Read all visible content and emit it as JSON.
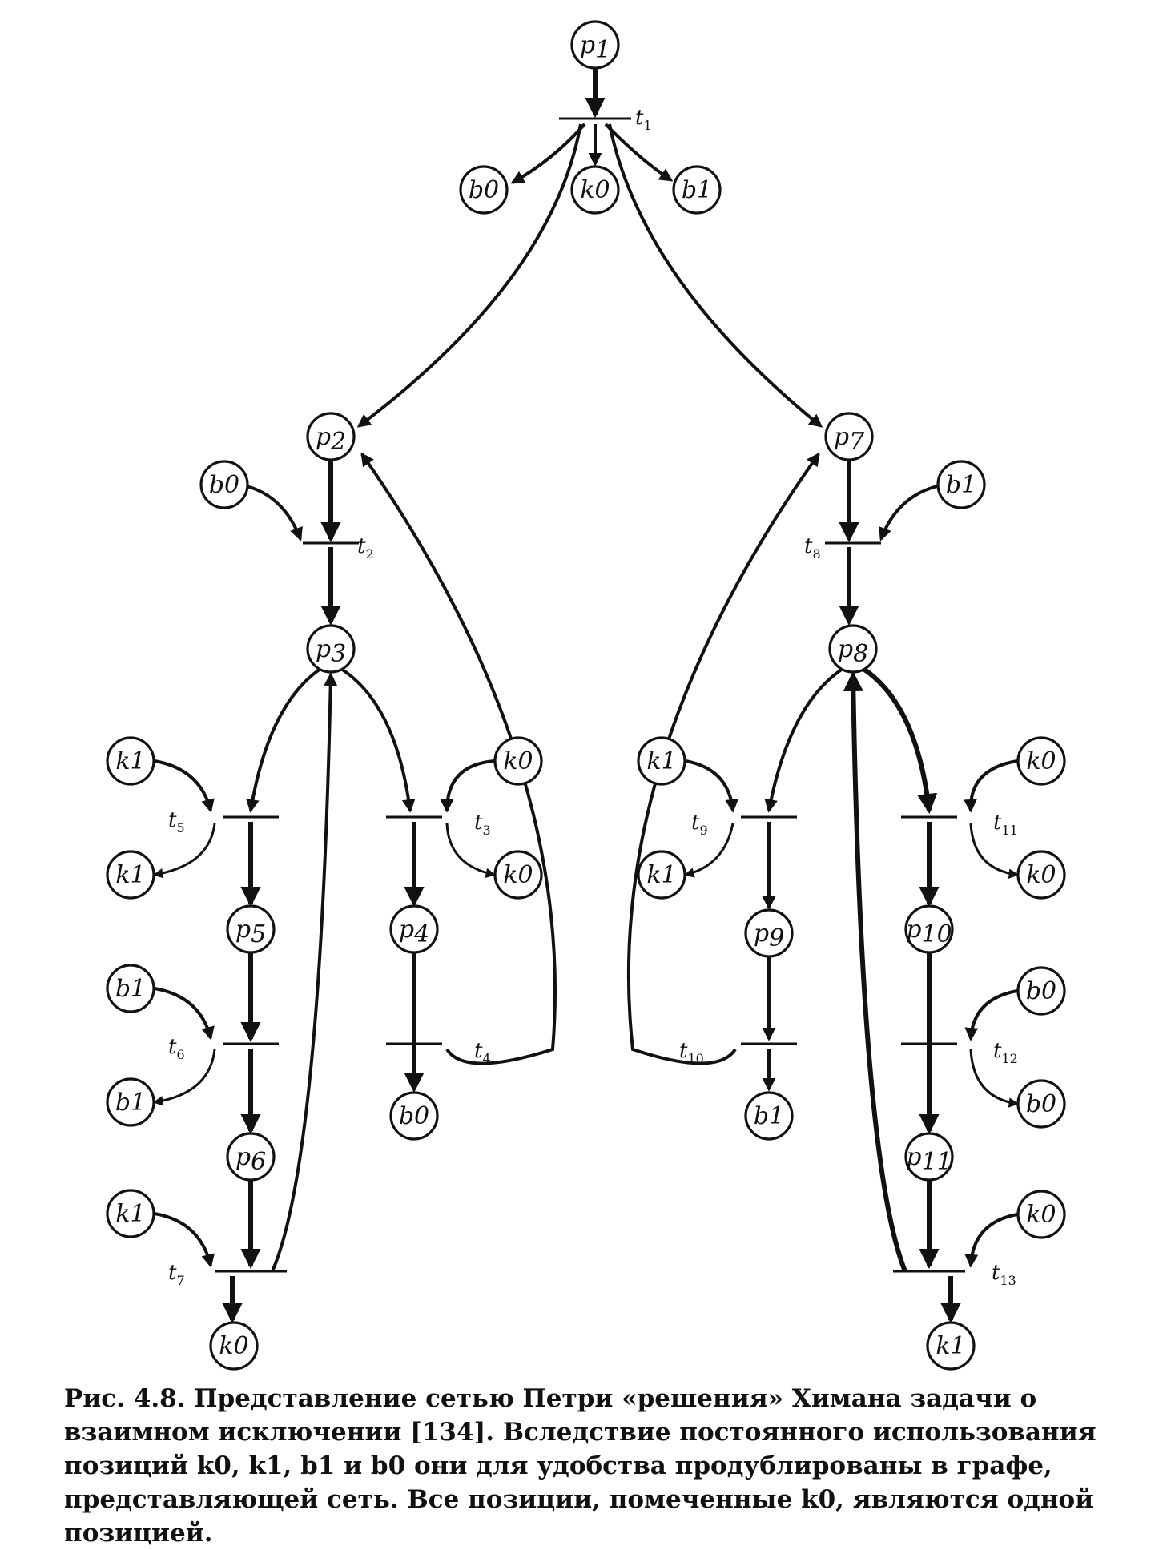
{
  "figure": {
    "places": [
      {
        "id": "p1",
        "base": "p",
        "sub": "1"
      },
      {
        "id": "b0_t1",
        "base": "b0",
        "sub": ""
      },
      {
        "id": "k0_t1",
        "base": "k0",
        "sub": ""
      },
      {
        "id": "b1_t1",
        "base": "b1",
        "sub": ""
      },
      {
        "id": "p2",
        "base": "p",
        "sub": "2"
      },
      {
        "id": "b0_t2",
        "base": "b0",
        "sub": ""
      },
      {
        "id": "p3",
        "base": "p",
        "sub": "3"
      },
      {
        "id": "k1_t5a",
        "base": "k1",
        "sub": ""
      },
      {
        "id": "k1_t5b",
        "base": "k1",
        "sub": ""
      },
      {
        "id": "k0_t3a",
        "base": "k0",
        "sub": ""
      },
      {
        "id": "k0_t3b",
        "base": "k0",
        "sub": ""
      },
      {
        "id": "p5",
        "base": "p",
        "sub": "5"
      },
      {
        "id": "p4",
        "base": "p",
        "sub": "4"
      },
      {
        "id": "b1_t6a",
        "base": "b1",
        "sub": ""
      },
      {
        "id": "b1_t6b",
        "base": "b1",
        "sub": ""
      },
      {
        "id": "b0_t4",
        "base": "b0",
        "sub": ""
      },
      {
        "id": "p6",
        "base": "p",
        "sub": "6"
      },
      {
        "id": "k1_t7",
        "base": "k1",
        "sub": ""
      },
      {
        "id": "k0_t7",
        "base": "k0",
        "sub": ""
      },
      {
        "id": "p7",
        "base": "p",
        "sub": "7"
      },
      {
        "id": "b1_t8",
        "base": "b1",
        "sub": ""
      },
      {
        "id": "p8",
        "base": "p",
        "sub": "8"
      },
      {
        "id": "k1_t9a",
        "base": "k1",
        "sub": ""
      },
      {
        "id": "k1_t9b",
        "base": "k1",
        "sub": ""
      },
      {
        "id": "k0_t11a",
        "base": "k0",
        "sub": ""
      },
      {
        "id": "k0_t11b",
        "base": "k0",
        "sub": ""
      },
      {
        "id": "p9",
        "base": "p",
        "sub": "9"
      },
      {
        "id": "p10",
        "base": "p",
        "sub": "10"
      },
      {
        "id": "b0_t12a",
        "base": "b0",
        "sub": ""
      },
      {
        "id": "b0_t12b",
        "base": "b0",
        "sub": ""
      },
      {
        "id": "b1_t10",
        "base": "b1",
        "sub": ""
      },
      {
        "id": "p11",
        "base": "p",
        "sub": "11"
      },
      {
        "id": "k0_t13",
        "base": "k0",
        "sub": ""
      },
      {
        "id": "k1_t13",
        "base": "k1",
        "sub": ""
      }
    ],
    "transitions": [
      {
        "id": "t1",
        "base": "t",
        "sub": "1"
      },
      {
        "id": "t2",
        "base": "t",
        "sub": "2"
      },
      {
        "id": "t3",
        "base": "t",
        "sub": "3"
      },
      {
        "id": "t4",
        "base": "t",
        "sub": "4"
      },
      {
        "id": "t5",
        "base": "t",
        "sub": "5"
      },
      {
        "id": "t6",
        "base": "t",
        "sub": "6"
      },
      {
        "id": "t7",
        "base": "t",
        "sub": "7"
      },
      {
        "id": "t8",
        "base": "t",
        "sub": "8"
      },
      {
        "id": "t9",
        "base": "t",
        "sub": "9"
      },
      {
        "id": "t10",
        "base": "t",
        "sub": "10"
      },
      {
        "id": "t11",
        "base": "t",
        "sub": "11"
      },
      {
        "id": "t12",
        "base": "t",
        "sub": "12"
      },
      {
        "id": "t13",
        "base": "t",
        "sub": "13"
      }
    ]
  },
  "caption": "Рис. 4.8. Представление сетью Петри «решения» Химана задачи о взаимном исключении [134]. Вследствие постоянного использования позиций k0, k1, b1 и b0 они для удобства продублированы в графе, представляющей сеть. Все позиции, помеченные k0, являются одной позицией."
}
